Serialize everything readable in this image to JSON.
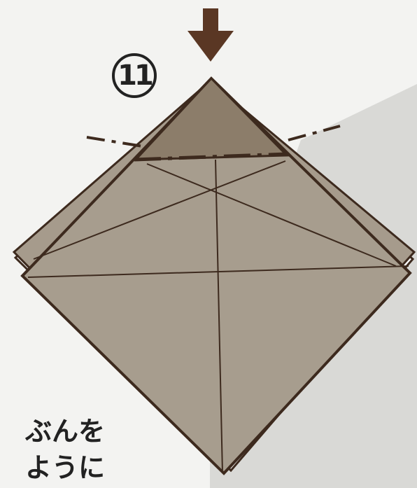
{
  "step": {
    "number": "11"
  },
  "caption": {
    "line1": "ぶんを",
    "line2": "ように"
  },
  "colors": {
    "paper": "#a79d8e",
    "paper_dark": "#8c7d6a",
    "outline": "#3d2a1e",
    "arrow": "#5a3724",
    "background": "#f3f3f1",
    "background_shadow": "#d9d9d6"
  },
  "icons": {
    "arrow": "down-arrow-icon",
    "valley_fold": "dash-dot-line"
  }
}
